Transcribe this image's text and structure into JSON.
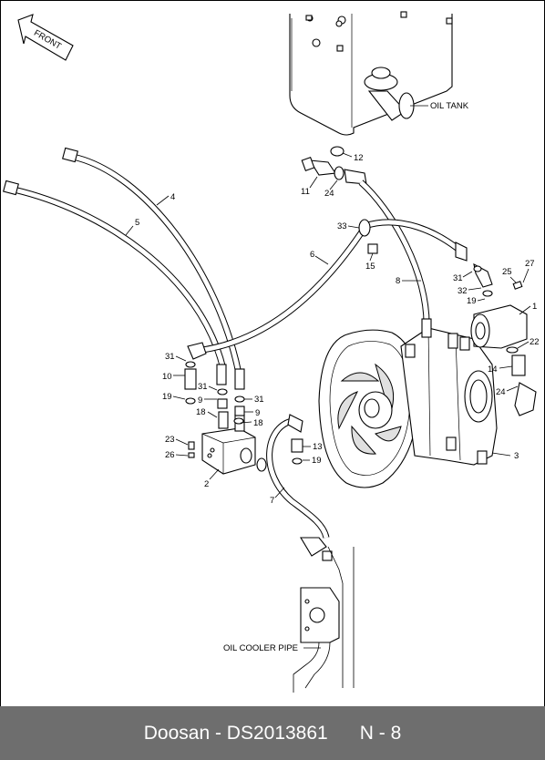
{
  "diagram": {
    "front_label": "FRONT",
    "oil_tank_label": "OIL TANK",
    "oil_cooler_pipe_label": "OIL COOLER PIPE",
    "callouts": [
      "1",
      "2",
      "3",
      "4",
      "5",
      "6",
      "7",
      "8",
      "9",
      "9",
      "10",
      "11",
      "12",
      "13",
      "14",
      "15",
      "18",
      "18",
      "19",
      "19",
      "19",
      "22",
      "23",
      "24",
      "24",
      "25",
      "26",
      "27",
      "31",
      "31",
      "31",
      "31",
      "32",
      "33"
    ]
  },
  "footer": {
    "brand": "Doosan",
    "separator": " - ",
    "code": "DS2013861",
    "page": "N - 8"
  }
}
